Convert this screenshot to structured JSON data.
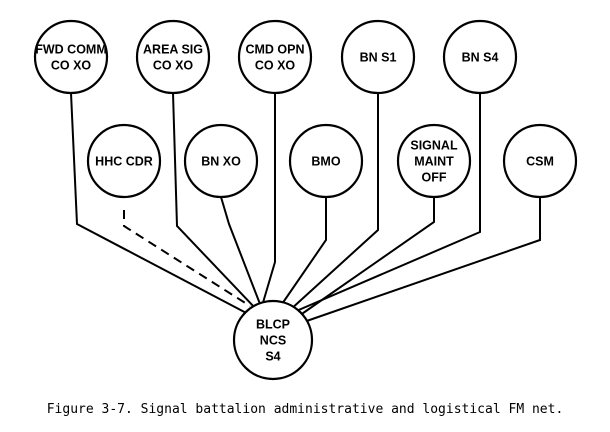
{
  "caption": "Figure 3-7. Signal battalion administrative and logistical FM net.",
  "hub": {
    "id": "blcp",
    "lines": [
      "BLCP",
      "NCS",
      "S4"
    ]
  },
  "nodes": [
    {
      "id": "fwd-comm-co-xo",
      "lines": [
        "FWD COMM",
        "CO XO"
      ],
      "link": "solid"
    },
    {
      "id": "area-sig-co-xo",
      "lines": [
        "AREA SIG",
        "CO XO"
      ],
      "link": "solid"
    },
    {
      "id": "cmd-opn-co-xo",
      "lines": [
        "CMD OPN",
        "CO XO"
      ],
      "link": "solid"
    },
    {
      "id": "bn-s1",
      "lines": [
        "BN S1"
      ],
      "link": "solid"
    },
    {
      "id": "bn-s4",
      "lines": [
        "BN S4"
      ],
      "link": "solid"
    },
    {
      "id": "hhc-cdr",
      "lines": [
        "HHC CDR"
      ],
      "link": "dashed"
    },
    {
      "id": "bn-xo",
      "lines": [
        "BN XO"
      ],
      "link": "solid"
    },
    {
      "id": "bmo",
      "lines": [
        "BMO"
      ],
      "link": "solid"
    },
    {
      "id": "signal-maint-off",
      "lines": [
        "SIGNAL",
        "MAINT",
        "OFF"
      ],
      "link": "solid"
    },
    {
      "id": "csm",
      "lines": [
        "CSM"
      ],
      "link": "solid"
    }
  ]
}
